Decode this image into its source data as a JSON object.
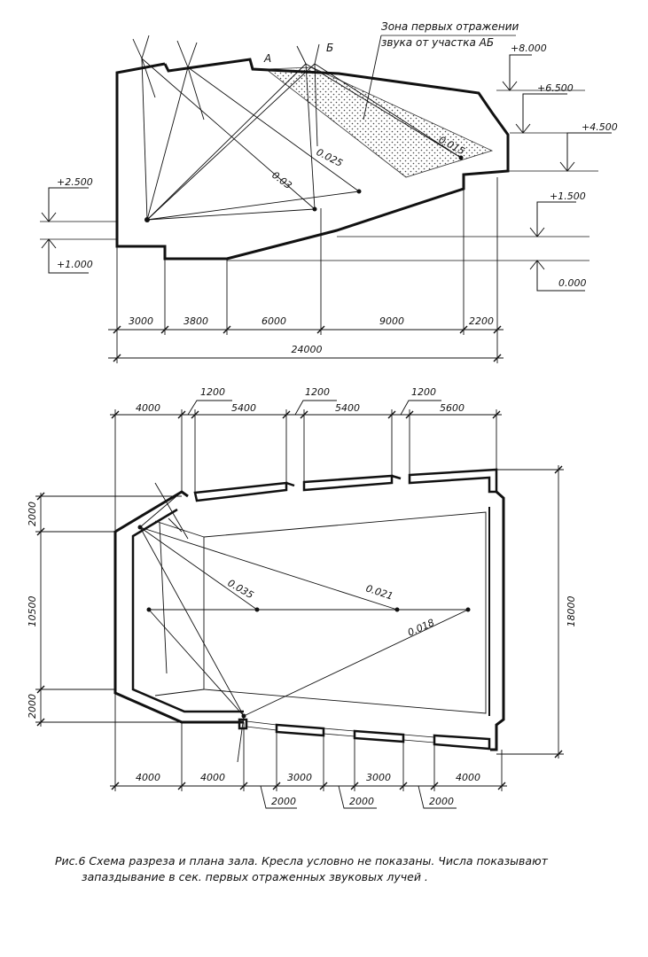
{
  "section": {
    "zone_label_line1": "Зона первых отражении",
    "zone_label_line2": "звука от участка АБ",
    "point_a": "А",
    "point_b": "Б",
    "levels": [
      "+8.000",
      "+6.500",
      "+4.500",
      "+2.500",
      "+1.500",
      "+1.000",
      "0.000"
    ],
    "delays": [
      "0.03",
      "0.025",
      "0.015"
    ],
    "dims": [
      "3000",
      "3800",
      "6000",
      "9000",
      "2200"
    ],
    "total": "24000"
  },
  "plan": {
    "top_dims": [
      "4000",
      "1200",
      "5400",
      "1200",
      "5400",
      "1200",
      "5600"
    ],
    "left_dims": [
      "2000",
      "10500",
      "2000"
    ],
    "right_dim": "18000",
    "bottom_dims": [
      "4000",
      "4000",
      "3000",
      "3000",
      "4000"
    ],
    "bottom_sub_dims": [
      "2000",
      "2000",
      "2000"
    ],
    "delays": [
      "0.035",
      "0.021",
      "0.018"
    ]
  },
  "caption": {
    "line1": "Рис.6  Схема разреза и плана зала. Кресла условно не показаны. Числа показывают",
    "line2": "запаздывание в сек. первых отраженных звуковых лучей ."
  }
}
